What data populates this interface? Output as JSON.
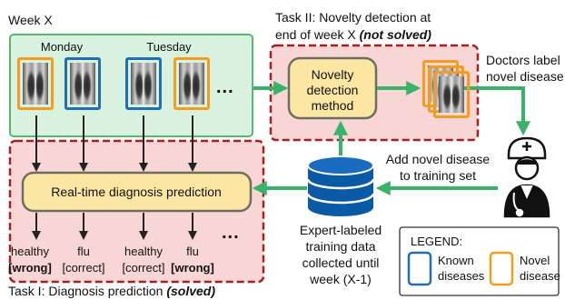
{
  "week_label": "Week X",
  "days": [
    "Monday",
    "Tuesday"
  ],
  "ellipsis": "...",
  "task2": {
    "prefix": "Task II: Novelty detection at",
    "line2_prefix": "end of week X",
    "status": "(not solved)"
  },
  "novelty_method": [
    "Novelty",
    "detection",
    "method"
  ],
  "doctors_label": [
    "Doctors label",
    "novel disease"
  ],
  "add_novel": [
    "Add novel disease",
    "to training set"
  ],
  "realtime_label": "Real-time diagnosis prediction",
  "training_data": [
    "Expert-labeled",
    "training data",
    "collected until",
    "week (X-1)"
  ],
  "predictions": [
    {
      "label": "healthy",
      "result": "[wrong]"
    },
    {
      "label": "flu",
      "result": "[correct]"
    },
    {
      "label": "healthy",
      "result": "[correct]"
    },
    {
      "label": "flu",
      "result": "[wrong]"
    }
  ],
  "task1": {
    "prefix": "Task I: Diagnosis prediction",
    "status": "(solved)"
  },
  "legend": {
    "title": "LEGEND:",
    "known": [
      "Known",
      "diseases"
    ],
    "novel": [
      "Novel",
      "disease"
    ]
  },
  "colors": {
    "known": "#1f6fb5",
    "novel": "#f39c1f",
    "green_arrow": "#3ab36a",
    "week_fill": "#d9f1df",
    "week_border": "#58b870",
    "task_fill": "#f8d6d6",
    "task_border": "#a52020",
    "box_fill": "#fbe7a3",
    "box_border": "#7a7a5a",
    "db": "#0b5aa6"
  }
}
